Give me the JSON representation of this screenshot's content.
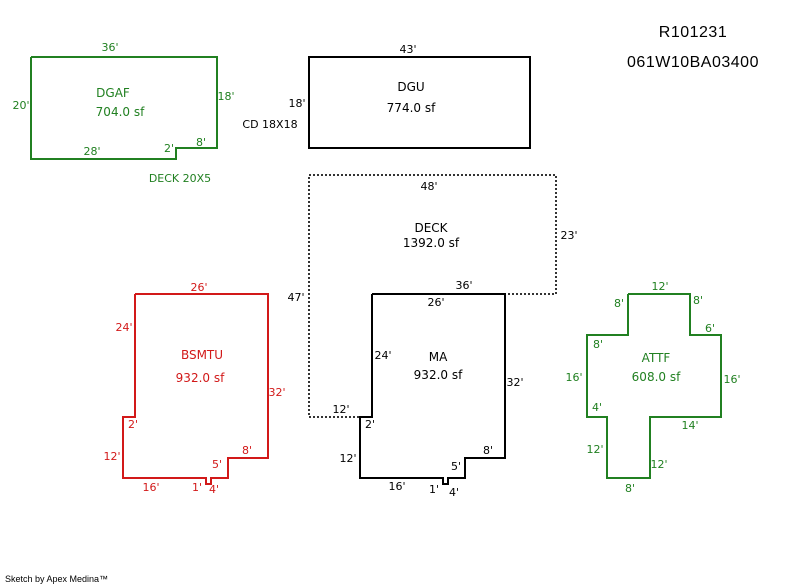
{
  "header": {
    "account": "R101231",
    "map_taxlot": "061W10BA03400"
  },
  "colors": {
    "green": "#218021",
    "red": "#d21919",
    "black": "#000000"
  },
  "footer": {
    "credit": "Sketch by Apex Medina™"
  },
  "sections": {
    "dgaf": {
      "name": "DGAF",
      "area": "704.0 sf",
      "dims": {
        "top": "36'",
        "left": "20'",
        "right": "18'",
        "bottom": "28'",
        "notch_w": "2'",
        "notch_h": "8'"
      },
      "note": "DECK 20X5"
    },
    "dgu": {
      "name": "DGU",
      "area": "774.0 sf",
      "dims": {
        "top": "43'",
        "left": "18'"
      },
      "note": "CD 18X18"
    },
    "deck": {
      "name": "DECK",
      "area": "1392.0 sf",
      "dims": {
        "top": "48'",
        "right": "23'",
        "left": "47'",
        "bottom_right": "36'",
        "bottom_left": "12'"
      }
    },
    "ma": {
      "name": "MA",
      "area": "932.0 sf",
      "dims": {
        "top": "26'",
        "left_upper": "24'",
        "right": "32'",
        "step": "2'",
        "left_lower": "12'",
        "bottom_left": "16'",
        "notch_w": "1'",
        "notch_b": "4'",
        "step_h": "5'",
        "step_w": "8'"
      }
    },
    "bsmtu": {
      "name": "BSMTU",
      "area": "932.0 sf",
      "dims": {
        "top": "26'",
        "left_upper": "24'",
        "right": "32'",
        "step": "2'",
        "left_lower": "12'",
        "bottom_left": "16'",
        "notch_w": "1'",
        "notch_b": "4'",
        "step_h": "5'",
        "step_w": "8'"
      }
    },
    "attf": {
      "name": "ATTF",
      "area": "608.0 sf",
      "dims": {
        "top": "12'",
        "top_left_v": "8'",
        "top_right_v": "8'",
        "left_w": "8'",
        "right_w": "6'",
        "left_v": "16'",
        "right_v": "16'",
        "left_in": "4'",
        "right_in": "14'",
        "bottom_left_v": "12'",
        "bottom_right_v": "12'",
        "bottom": "8'"
      }
    }
  }
}
